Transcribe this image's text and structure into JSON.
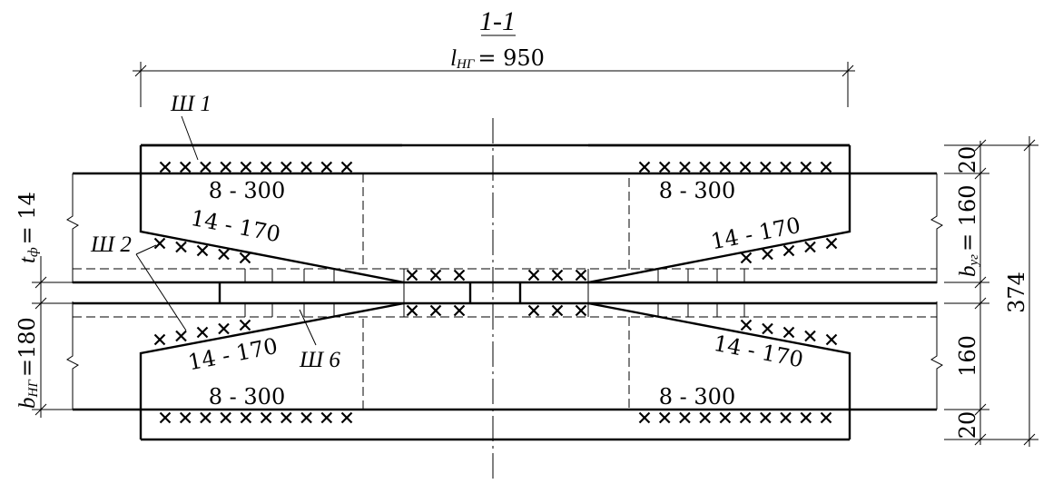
{
  "section_title": "1-1",
  "dim_length": {
    "symbol": "l",
    "sub": "НГ",
    "value": "= 950"
  },
  "dim_flange": {
    "symbol": "t",
    "sub": "ф",
    "value": "= 14"
  },
  "dim_width": {
    "symbol": "b",
    "sub": "НГ",
    "value": "=180"
  },
  "dim_angle": {
    "symbol": "b",
    "sub": "уг",
    "value": "= 160"
  },
  "dims_right": {
    "top": "20",
    "bottom_mid": "160",
    "bottom": "20",
    "total": "374"
  },
  "welds": {
    "w1": "Ш 1",
    "w2": "Ш 2",
    "w6": "Ш 6"
  },
  "weld_specs": {
    "longitudinal": "8 - 300",
    "inclined": "14 - 170"
  }
}
